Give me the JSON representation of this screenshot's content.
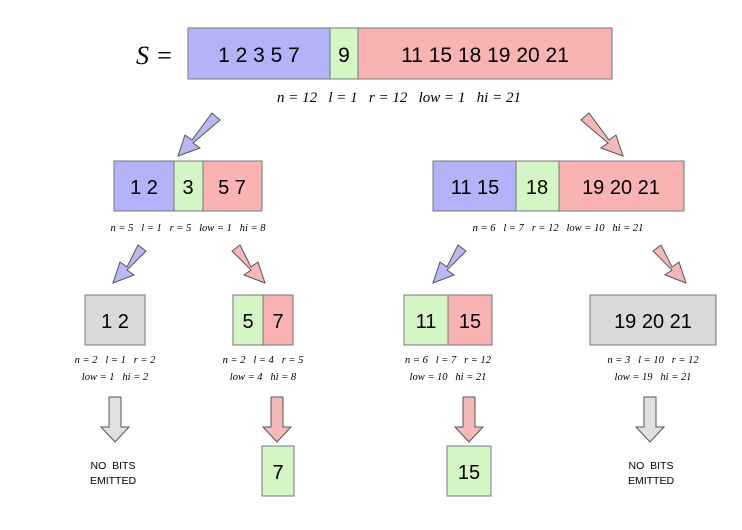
{
  "colors": {
    "blue": "#b3b3fa",
    "green": "#d4f5c4",
    "red": "#fab3b3",
    "gray": "#d9d9d9",
    "arrow_blue": "#b8b8f5",
    "arrow_red": "#f5b8b8",
    "arrow_gray": "#e0e0e0"
  },
  "root": {
    "label": "S =",
    "left": "1 2 3 5 7",
    "mid": "9",
    "right": "11 15 18 19 20 21",
    "params": "n = 12   l = 1   r = 12   low = 1   hi = 21"
  },
  "level1": [
    {
      "left": "1 2",
      "mid": "3",
      "right": "5 7",
      "params": "n = 5   l = 1   r = 5   low = 1   hi = 8"
    },
    {
      "left": "11 15",
      "mid": "18",
      "right": "19 20 21",
      "params": "n = 6   l = 7   r = 12   low = 10   hi = 21"
    }
  ],
  "level2": [
    {
      "value": "1 2",
      "params_line1": "n = 2   l = 1   r = 2",
      "params_line2": "low = 1   hi = 2",
      "result": [
        "NO  BITS",
        "EMITTED"
      ]
    },
    {
      "left": "5",
      "right": "7",
      "params_line1": "n = 2   l = 4   r = 5",
      "params_line2": "low = 4   hi = 8",
      "result": "7"
    },
    {
      "left": "11",
      "right": "15",
      "params_line1": "n = 6   l = 7   r = 12",
      "params_line2": "low = 10   hi = 21",
      "result": "15"
    },
    {
      "value": "19 20 21",
      "params_line1": "n = 3   l = 10   r = 12",
      "params_line2": "low = 19   hi = 21",
      "result": [
        "NO  BITS",
        "EMITTED"
      ]
    }
  ]
}
